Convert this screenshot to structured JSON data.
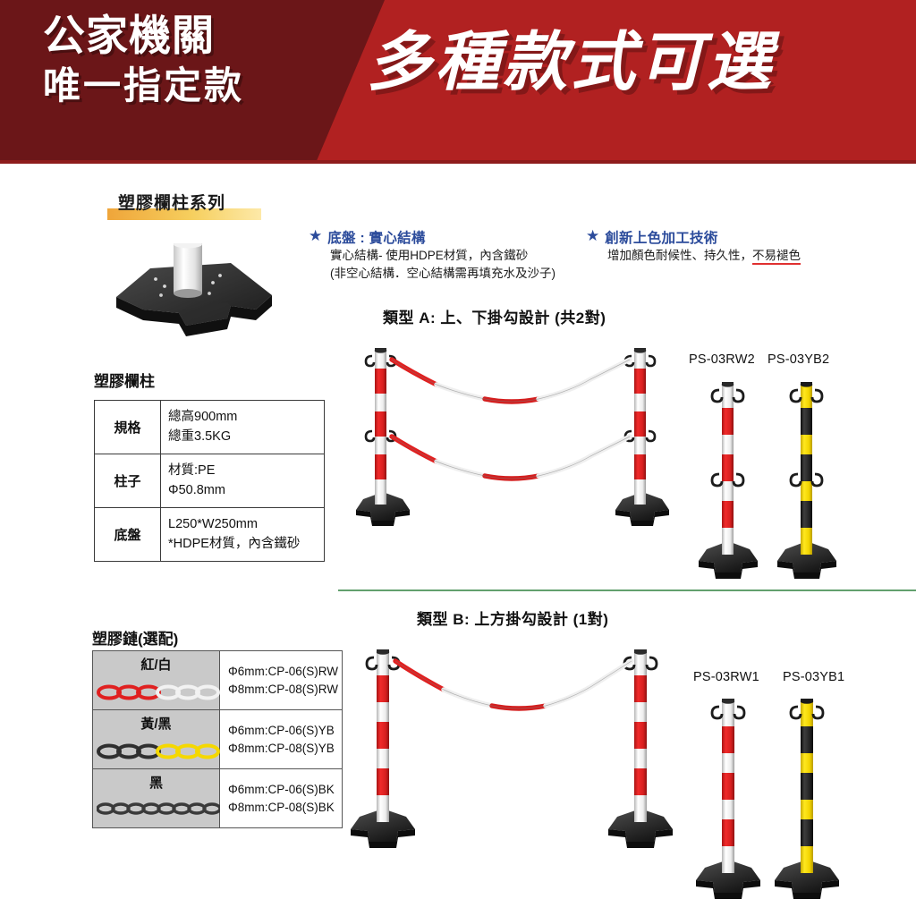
{
  "banner": {
    "left_line1": "公家機關",
    "left_line2": "唯一指定款",
    "right_text": "多種款式可選",
    "color_dark": "#6b1618",
    "color_red": "#b12121"
  },
  "section": {
    "title": "塑膠欄柱系列",
    "underline_color": "#f2b64a"
  },
  "features": [
    {
      "icon": "star-icon",
      "title": "底盤 : 實心結構",
      "line1": "實心結構- 使用HDPE材質，內含鐵砂",
      "line2": "(非空心結構．空心結構需再填充水及沙子)",
      "color": "#2b4b9b"
    },
    {
      "icon": "star-icon",
      "title": "創新上色加工技術",
      "line1_pre": "增加顏色耐候性、持久性，",
      "line1_underlined": "不易褪色",
      "color": "#2b4b9b"
    }
  ],
  "spec": {
    "label": "塑膠欄柱",
    "rows": [
      {
        "key": "規格",
        "values": [
          "總高900mm",
          "總重3.5KG"
        ]
      },
      {
        "key": "柱子",
        "values": [
          "材質:PE",
          "Φ50.8mm"
        ]
      },
      {
        "key": "底盤",
        "values": [
          "L250*W250mm",
          "*HDPE材質，內含鐵砂"
        ]
      }
    ]
  },
  "chain": {
    "label": "塑膠鏈(選配)",
    "rows": [
      {
        "name": "紅/白",
        "code1": "Φ6mm:CP-06(S)RW",
        "code2": "Φ8mm:CP-08(S)RW",
        "color_a": "#e02020",
        "color_b": "#ffffff"
      },
      {
        "name": "黃/黑",
        "code1": "Φ6mm:CP-06(S)YB",
        "code2": "Φ8mm:CP-08(S)YB",
        "color_a": "#2f2f2f",
        "color_b": "#f5d800"
      },
      {
        "name": "黑",
        "code1": "Φ6mm:CP-06(S)BK",
        "code2": "Φ8mm:CP-08(S)BK",
        "color_a": "#3a3a3a",
        "color_b": "#3a3a3a"
      }
    ]
  },
  "type_a": {
    "heading": "類型 A: 上、下掛勾設計 (共2對)",
    "code_left": "PS-03RW2",
    "code_right": "PS-03YB2"
  },
  "type_b": {
    "heading": "類型 B: 上方掛勾設計 (1對)",
    "code_left": "PS-03RW1",
    "code_right": "PS-03YB1"
  },
  "divider_color": "#62a06e"
}
